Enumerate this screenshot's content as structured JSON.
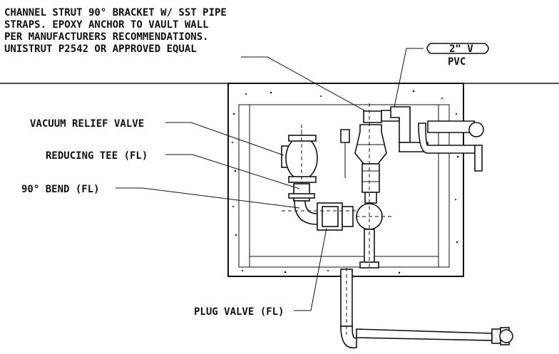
{
  "diagram": {
    "note_lines": [
      "CHANNEL STRUT 90° BRACKET W/ SST PIPE",
      "STRAPS. EPOXY ANCHOR TO VAULT WALL",
      "PER MANUFACTURERS RECOMMENDATIONS.",
      "UNISTRUT P2542 OR APPROVED EQUAL"
    ],
    "pipe_tag": {
      "size": "2\" V",
      "material": "PVC"
    },
    "labels": {
      "vacuum_relief_valve": "VACUUM RELIEF VALVE",
      "reducing_tee": "REDUCING TEE (FL)",
      "bend_90": "90° BEND (FL)",
      "plug_valve": "PLUG VALVE (FL)"
    }
  }
}
